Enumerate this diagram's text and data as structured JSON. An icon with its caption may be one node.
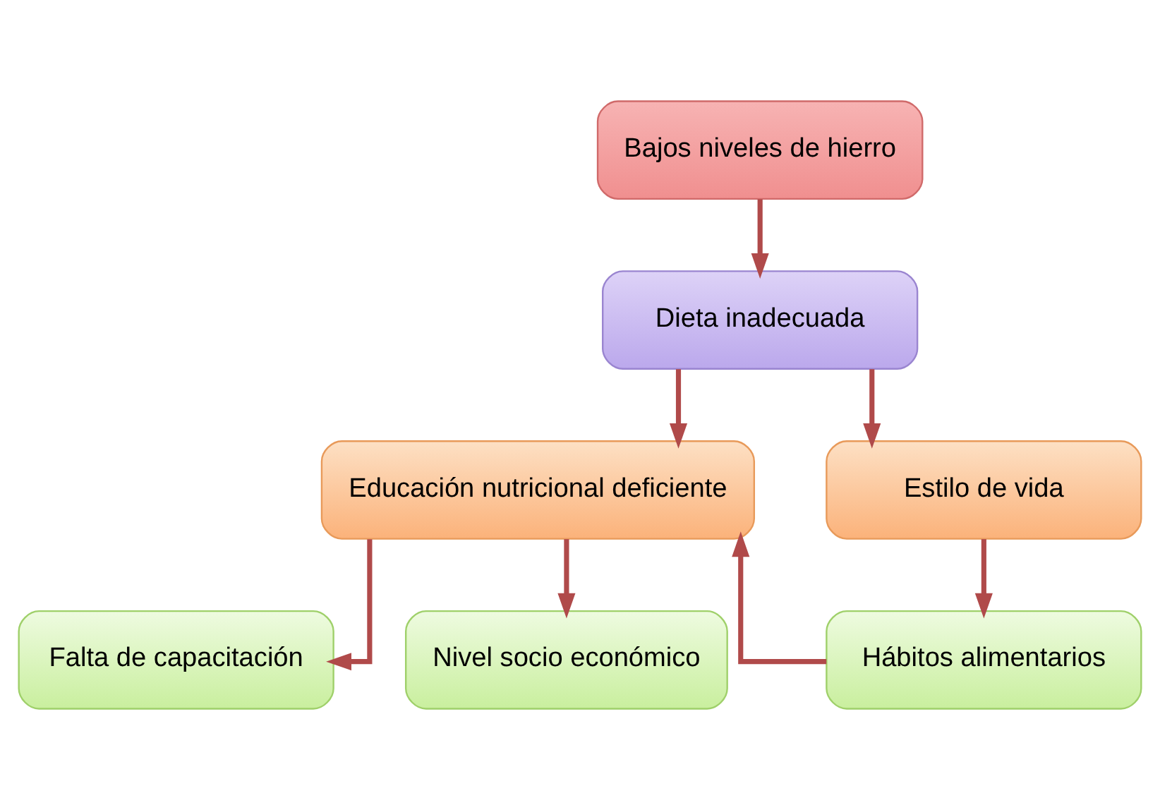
{
  "diagram": {
    "nodes": [
      {
        "text": [
          "Bajos niveles de hierro"
        ]
      },
      {
        "text": [
          "Dieta inadecuada"
        ]
      },
      {
        "text": [
          "Educación nutricional deficiente"
        ]
      },
      {
        "text": [
          "Estilo de vida"
        ]
      },
      {
        "text": [
          "Falta de capacitación"
        ]
      },
      {
        "text": [
          "Nivel socio económico"
        ]
      },
      {
        "text": [
          "Hábitos alimentarios"
        ]
      }
    ],
    "edges": [
      {
        "from": 0,
        "to": 1,
        "arrow": "to"
      },
      {
        "from": 1,
        "to": 2,
        "arrow": "to"
      },
      {
        "from": 1,
        "to": 3,
        "arrow": "to"
      },
      {
        "from": 2,
        "to": 4,
        "arrow": "to"
      },
      {
        "from": 2,
        "to": 5,
        "arrow": "to"
      },
      {
        "from": 3,
        "to": 6,
        "arrow": "to"
      },
      {
        "from": 6,
        "to": 2,
        "arrow": "to"
      }
    ]
  }
}
